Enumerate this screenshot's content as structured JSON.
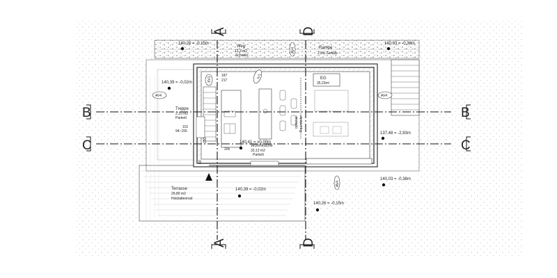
{
  "section_markers": {
    "a_top": "A",
    "a_bottom": "A",
    "d_top": "D",
    "d_bottom": "D",
    "b_left": "B",
    "b_right": "B",
    "c_left": "C",
    "c_right": "C"
  },
  "spot_levels": {
    "top_left": "140,26 = -0,15m",
    "top_right": "140,03 = -0,38m",
    "left_terrace_side": "140,39 = -0,02m",
    "right_mid": "137,48 = -2,93m",
    "right_low": "140,03 = -0,38m",
    "terrace": "140,39 = -0,02m",
    "bottom_right": "140,26 = -0,15m",
    "floor": "140,41 = ±0,00m"
  },
  "rooms": {
    "weg": {
      "name": "Weg",
      "area": "13,3 m2",
      "finish": "Schotter"
    },
    "rampe": {
      "name": "Rampe",
      "slope": "2,5% Gefälle"
    },
    "eg": {
      "name": "EG",
      "area": "35,23m²"
    },
    "treppe": {
      "name": "Treppe",
      "area": "2,10 m2",
      "finish": "Parkett"
    },
    "wohnkueche": {
      "name": "Wohnküche",
      "area": "33,13 m2",
      "finish": "Parkett"
    },
    "terrasse": {
      "name": "Terrasse",
      "area": "29,80 m2",
      "finish": "Holzlattenrost"
    },
    "optional": {
      "line1": "optional",
      "line2": "Raumteiler"
    }
  },
  "tags": {
    "av4_left": "AV4",
    "av4_right": "AV4",
    "av4_top": "AV4",
    "av4_bottom": "AV4",
    "iv1": "IV1",
    "xv1": "XV1"
  },
  "dims": {
    "d187": "187",
    "d217": "217",
    "d101": "101",
    "d94": "94−155",
    "d80": "80",
    "d205": "205",
    "d210": "210"
  }
}
